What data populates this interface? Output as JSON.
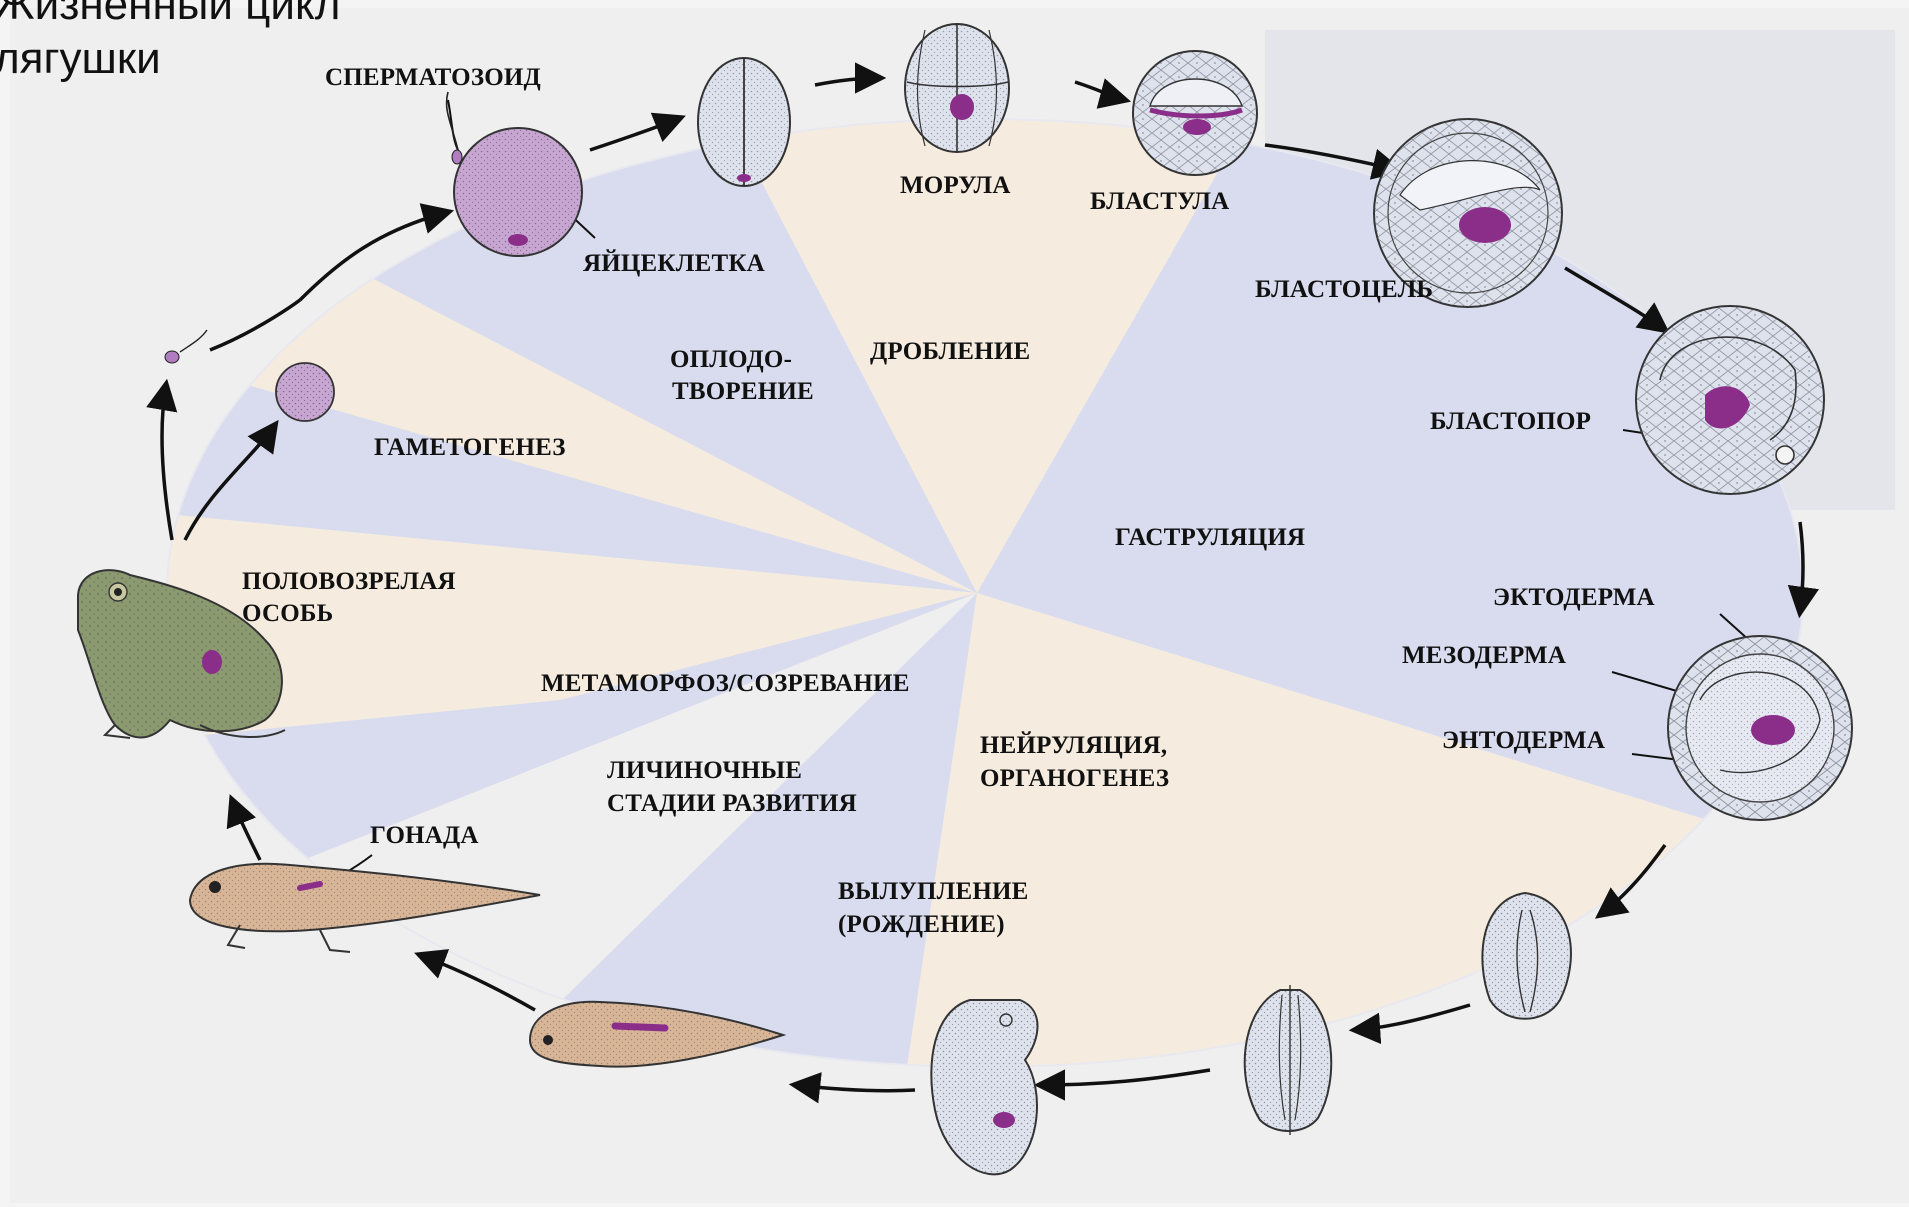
{
  "title_lines": [
    "Жизненный цикл",
    "лягушки"
  ],
  "colors": {
    "wedge_blue": "#d9dcee",
    "wedge_beige": "#f5ecdf",
    "egg_purple": "#b07dc0",
    "spot_purple": "#8a2e8a",
    "embryo_fill": "#dde2ec",
    "frog_green": "#8c9a70",
    "tadpole_tan": "#d8b596",
    "arrow": "#111111"
  },
  "stages": {
    "sperm_label": "СПЕРМАТОЗОИД",
    "egg_label": "ЯЙЦЕКЛЕТКА",
    "morula_label": "МОРУЛА",
    "blastula_label": "БЛАСТУЛА",
    "blastocoel_label": "БЛАСТОЦЕЛЬ",
    "blastopore_label": "БЛАСТОПОР",
    "ectoderm_label": "ЭКТОДЕРМА",
    "mesoderm_label": "МЕЗОДЕРМА",
    "endoderm_label": "ЭНТОДЕРМА",
    "gonad_label": "ГОНАДА"
  },
  "phases": {
    "fertilization_line1": "ОПЛОДО-",
    "fertilization_line2": "ТВОРЕНИЕ",
    "cleavage": "ДРОБЛЕНИЕ",
    "gastrulation": "ГАСТРУЛЯЦИЯ",
    "neurulation_line1": "НЕЙРУЛЯЦИЯ,",
    "neurulation_line2": "ОРГАНОГЕНЕЗ",
    "hatching_line1": "ВЫЛУПЛЕНИЕ",
    "hatching_line2": "(РОЖДЕНИЕ)",
    "larval_line1": "ЛИЧИНОЧНЫЕ",
    "larval_line2": "СТАДИИ РАЗВИТИЯ",
    "metamorphosis": "МЕТАМОРФОЗ/СОЗРЕВАНИЕ",
    "adult_line1": "ПОЛОВОЗРЕЛАЯ",
    "adult_line2": "ОСОБЬ",
    "gametogenesis": "ГАМЕТОГЕНЕЗ"
  }
}
